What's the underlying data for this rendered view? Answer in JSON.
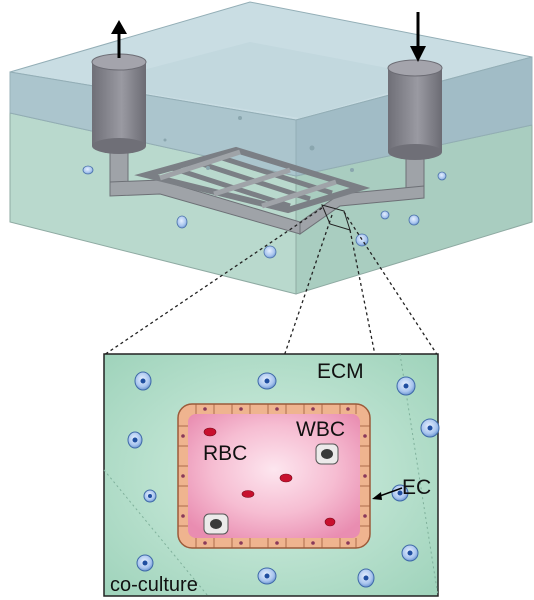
{
  "labels": {
    "ecm": "ECM",
    "rbc": "RBC",
    "wbc": "WBC",
    "ec": "EC",
    "coculture": "co-culture"
  },
  "arrows": {
    "left": "outlet (up arrow)",
    "right": "inlet (down arrow)"
  },
  "colors": {
    "top_slab": "#a9c6cf",
    "bottom_slab": "#b7d8cd",
    "ecm_green": "#9fd6bf",
    "vessel_pink": "#f2a7c4",
    "endothelium": "#e9b08f",
    "rbc_red": "#c8102e",
    "cell_blue": "#5d8fd0",
    "port_gray": "#7f7f85"
  }
}
